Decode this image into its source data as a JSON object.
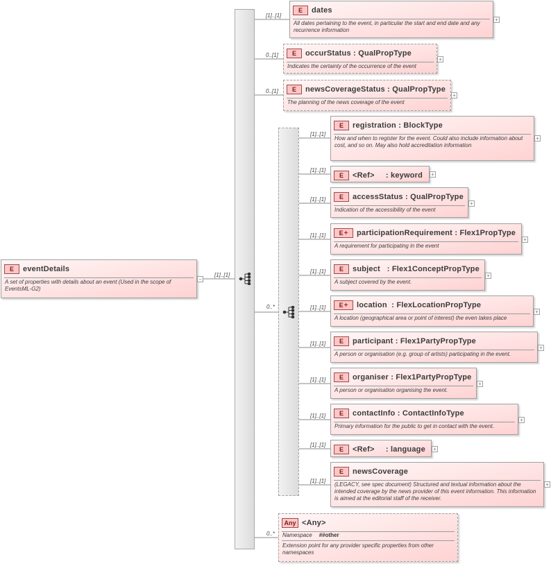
{
  "root": {
    "badge": "E",
    "name": "eventDetails",
    "description": "A set of properties with details about an event (Used in the scope of EventsML-G2)",
    "cardinality": "[1]..[1]"
  },
  "outer_children": [
    {
      "badge": "E",
      "name": "dates",
      "type": "",
      "description": "All dates pertaining to the event, in particular the start and end date and any recurrence information",
      "cardinality": "[1]..[1]"
    },
    {
      "badge": "E",
      "name": "occurStatus",
      "type": "QualPropType",
      "description": "Indicates the certainty of the occurrence of the event",
      "cardinality": "0..[1]"
    },
    {
      "badge": "E",
      "name": "newsCoverageStatus",
      "type": "QualPropType",
      "description": "The planning of the news coverage of the event",
      "cardinality": "0..[1]"
    }
  ],
  "inner_group": {
    "cardinality": "0..*",
    "children": [
      {
        "badge": "E",
        "name": "registration",
        "type": "BlockType",
        "description": "How and when to register for the event. Could also include information about cost, and so on. May also hold accreditation information",
        "cardinality": "[1]..[1]"
      },
      {
        "badge": "E",
        "name": "<Ref>",
        "type": "keyword",
        "description": "",
        "cardinality": "[1]..[1]"
      },
      {
        "badge": "E",
        "name": "accessStatus",
        "type": "QualPropType",
        "description": "Indication of the accessibility of the event",
        "cardinality": "[1]..[1]"
      },
      {
        "badge": "E",
        "name": "participationRequirement",
        "type": "Flex1PropType",
        "description": "A requirement for participating in the event",
        "cardinality": "[1]..[1]"
      },
      {
        "badge": "E",
        "name": "subject",
        "type": "Flex1ConceptPropType",
        "description": "A subject covered by the event.",
        "cardinality": "[1]..[1]"
      },
      {
        "badge": "E",
        "name": "location",
        "type": "FlexLocationPropType",
        "description": "A location (geographical area or point of interest) the even takes place",
        "cardinality": "[1]..[1]"
      },
      {
        "badge": "E",
        "name": "participant",
        "type": "Flex1PartyPropType",
        "description": "A person or organisation (e.g. group of artists) participating in the event.",
        "cardinality": "[1]..[1]"
      },
      {
        "badge": "E",
        "name": "organiser",
        "type": "Flex1PartyPropType",
        "description": "A person or organisation organising the event.",
        "cardinality": "[1]..[1]"
      },
      {
        "badge": "E",
        "name": "contactInfo",
        "type": "ContactInfoType",
        "description": "Primary information for the public to get in contact with the event.",
        "cardinality": "[1]..[1]"
      },
      {
        "badge": "E",
        "name": "<Ref>",
        "type": "language",
        "description": "",
        "cardinality": "[1]..[1]"
      },
      {
        "badge": "E",
        "name": "newsCoverage",
        "type": "",
        "description": "(LEGACY, see spec document) Structured and textual information about the intended coverage by the news provider of this event information. This information is aimed at the editorial staff of the receiver.",
        "cardinality": "[1]..[1]"
      }
    ]
  },
  "any_element": {
    "badge": "Any",
    "name": "<Any>",
    "namespace_label": "Namespace",
    "namespace_value": "##other",
    "description": "Extension point for any provider specific properties from other namespaces",
    "cardinality": "0..*"
  },
  "symbols": {
    "type_separator": ":",
    "expand": "+",
    "collapse": "−",
    "plus_badge": "+"
  }
}
